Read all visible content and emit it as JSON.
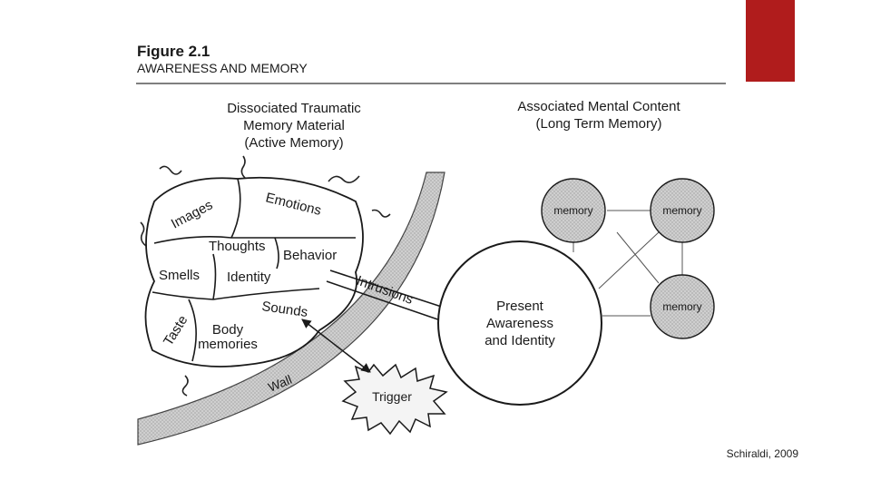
{
  "slide": {
    "accent_color": "#b01c1c",
    "citation": "Schiraldi, 2009"
  },
  "figure": {
    "number": "Figure 2.1",
    "title": "AWARENESS AND MEMORY",
    "left_heading": {
      "line1": "Dissociated Traumatic",
      "line2": "Memory Material",
      "line3": "(Active Memory)"
    },
    "right_heading": {
      "line1": "Associated Mental Content",
      "line2": "(Long Term Memory)"
    },
    "fragments": {
      "images": "Images",
      "emotions": "Emotions",
      "thoughts": "Thoughts",
      "behavior": "Behavior",
      "smells": "Smells",
      "identity": "Identity",
      "sounds": "Sounds",
      "taste": "Taste",
      "body_line1": "Body",
      "body_line2": "memories"
    },
    "wall_label": "Wall",
    "intrusions_label": "Intrusions",
    "trigger_label": "Trigger",
    "present_awareness": {
      "line1": "Present",
      "line2": "Awareness",
      "line3": "and Identity"
    },
    "memory_nodes": [
      "memory",
      "memory",
      "memory"
    ]
  }
}
